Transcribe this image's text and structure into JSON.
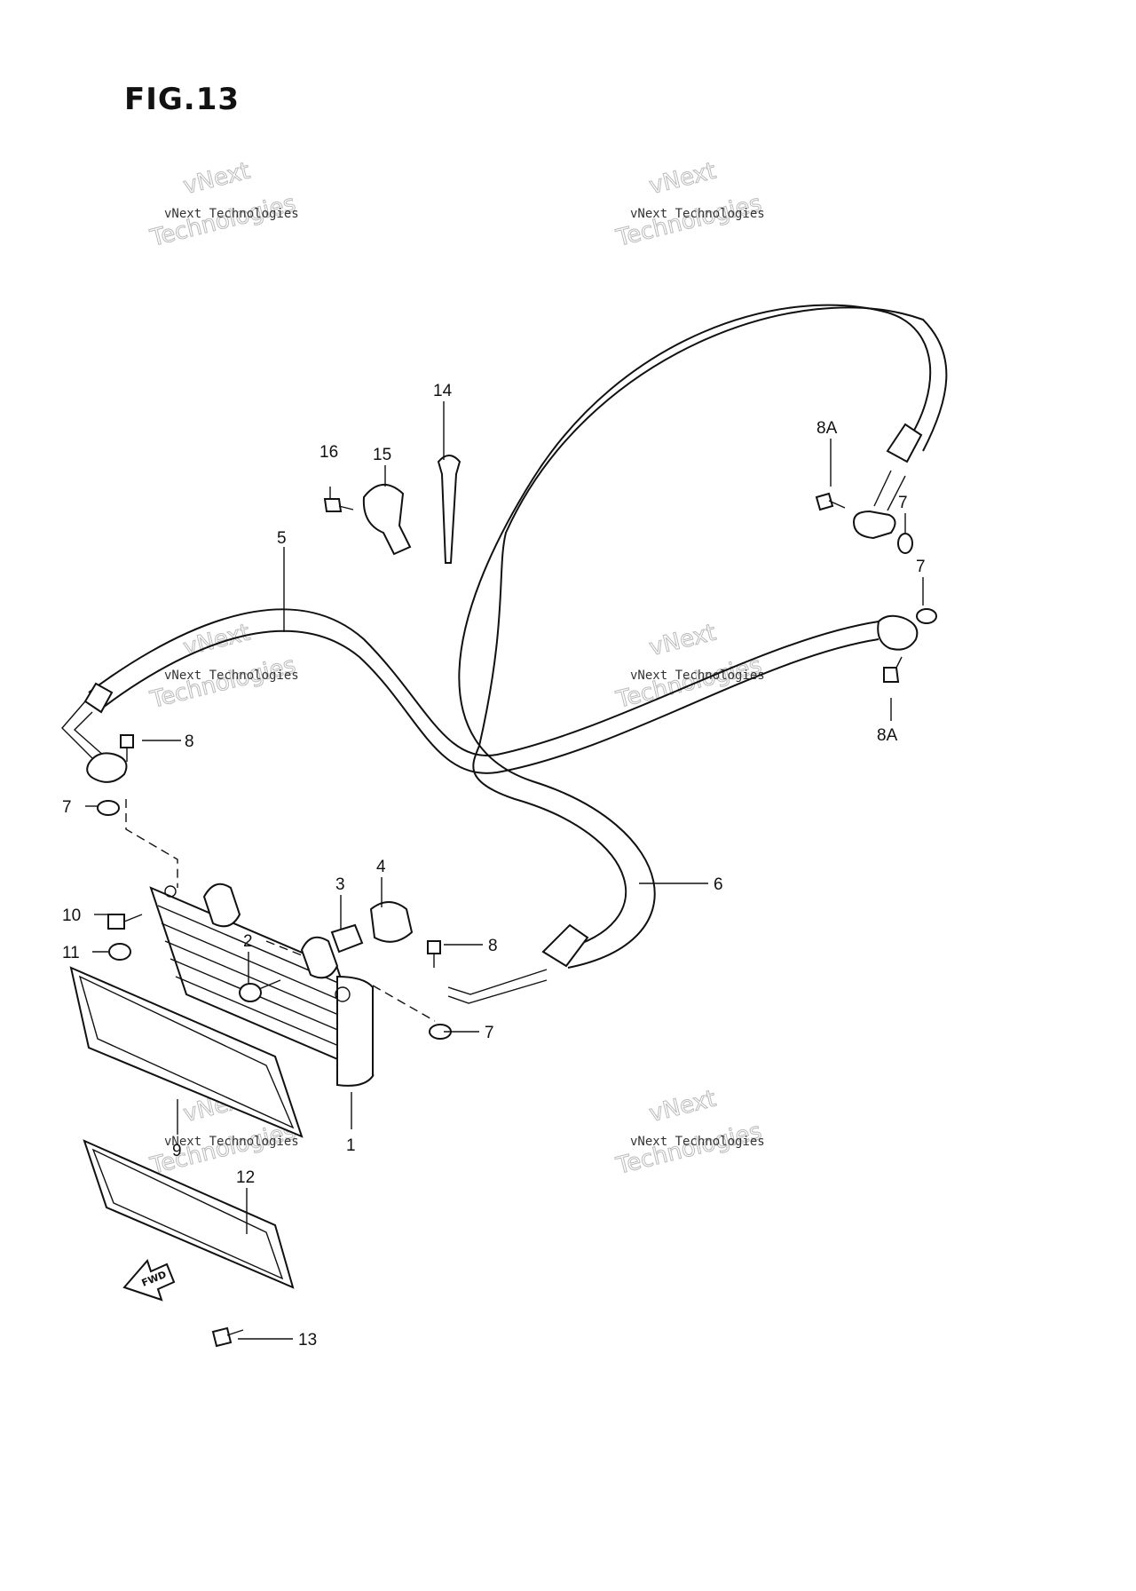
{
  "figure": {
    "title": "FIG.13"
  },
  "watermark": {
    "line1": "vNext Technologies",
    "line2": "vNext",
    "line3": "Technologies"
  },
  "callouts": {
    "c1": "1",
    "c2": "2",
    "c3": "3",
    "c4": "4",
    "c5": "5",
    "c6": "6",
    "c7a": "7",
    "c7b": "7",
    "c7c": "7",
    "c7d": "7",
    "c8a": "8",
    "c8b": "8",
    "c8A_top": "8A",
    "c8A_bottom": "8A",
    "c9": "9",
    "c10": "10",
    "c11": "11",
    "c12": "12",
    "c13": "13",
    "c14": "14",
    "c15": "15",
    "c16": "16"
  },
  "fwd_arrow": {
    "label": "FWD"
  }
}
